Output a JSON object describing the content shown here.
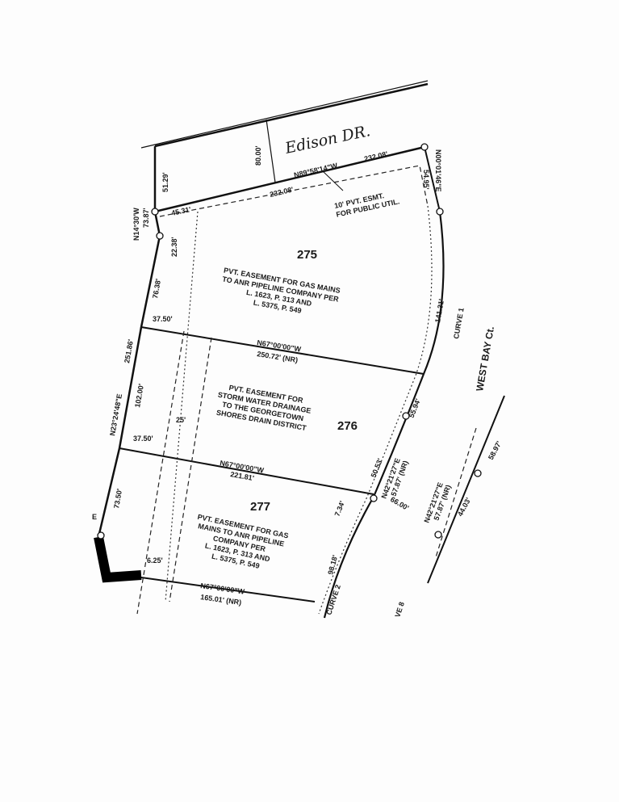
{
  "street_top": "Edison DR.",
  "street_right": "WEST BAY Ct.",
  "lots": {
    "lot_275": "275",
    "lot_276": "276",
    "lot_277": "277"
  },
  "bearings": {
    "north_line": "N89°58'14\"W",
    "east_line": "N00°01'46\"E",
    "west_line": "N23°24'48\"E",
    "west_top": "N14°30'W",
    "line_275_276": "N67°00'00\"W",
    "line_276_277": "N67°00'00\"W",
    "line_277_south": "N67°00'00\"W",
    "chord_1": "N42°21'27\"E",
    "chord_2": "N42°21'27\"E"
  },
  "distances": {
    "north_232_a": "232.08'",
    "north_232_b": "232.08'",
    "row_80": "80.00'",
    "west_51": "51.29'",
    "west_73": "73.87'",
    "d_45": "45.31'",
    "d_22": "22.38'",
    "d_54": "54.95'",
    "d_141": "141.31'",
    "d_76": "76.38'",
    "d_251": "251.86'",
    "d_102": "102.00'",
    "d_37a": "37.50'",
    "d_37b": "37.50'",
    "d_250": "250.72' (NR)",
    "d_25": "25'",
    "d_55": "55.94'",
    "d_50": "50.53'",
    "d_221": "221.81'",
    "d_7": "7.34'",
    "d_73b": "73.50'",
    "d_6": "6.25'",
    "d_165": "165.01' (NR)",
    "d_98": "98.18'",
    "d_57a": "57.87' (NR)",
    "d_57b": "57.87' (NR)",
    "d_66": "66.00'",
    "d_44": "44.03'",
    "d_58": "58.97'",
    "e_mark": "E"
  },
  "curves": {
    "curve_1": "CURVE 1",
    "curve_2": "CURVE 2",
    "curve_3": "VE 8"
  },
  "notes": {
    "util_1": "10' PVT. ESMT.",
    "util_2": "FOR PUBLIC UTIL.",
    "gas_a": [
      "PVT. EASEMENT FOR GAS MAINS",
      "TO ANR PIPELINE COMPANY PER",
      "L. 1623, P. 313 AND",
      "L. 5375, P. 549"
    ],
    "storm": [
      "PVT. EASEMENT FOR",
      "STORM WATER DRAINAGE",
      "TO THE GEORGETOWN",
      "SHORES DRAIN DISTRICT"
    ],
    "gas_b": [
      "PVT. EASEMENT FOR GAS",
      "MAINS TO ANR PIPELINE",
      "COMPANY PER",
      "L. 1623, P. 313 AND",
      "L. 5375, P. 549"
    ]
  }
}
